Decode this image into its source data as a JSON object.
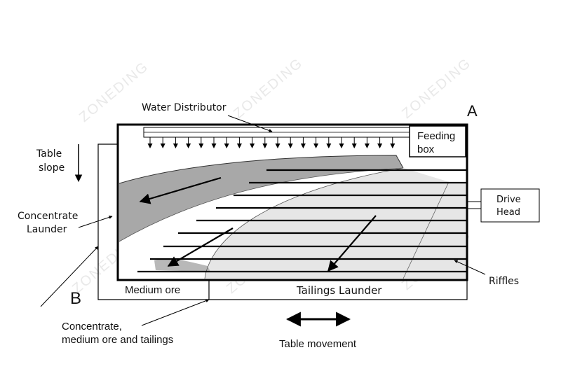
{
  "watermark": "ZONEDING",
  "labels": {
    "water_distributor": "Water Distributor",
    "corner_a": "A",
    "feeding_box_line1": "Feeding",
    "feeding_box_line2": "box",
    "table_slope_line1": "Table",
    "table_slope_line2": "slope",
    "drive_head_line1": "Drive",
    "drive_head_line2": "Head",
    "concentrate_launder_line1": "Concentrate",
    "concentrate_launder_line2": "Launder",
    "riffles": "Riffles",
    "corner_b": "B",
    "medium_ore": "Medium ore",
    "tailings_launder": "Tailings Launder",
    "discharge_line1": "Concentrate,",
    "discharge_line2": "medium ore and tailings",
    "table_movement": "Table movement"
  },
  "colors": {
    "concentrate_band": "#a8a8a8",
    "middlings_band": "#d2d2d2",
    "tailings_band": "#e6e6e6",
    "outline": "#000000"
  }
}
